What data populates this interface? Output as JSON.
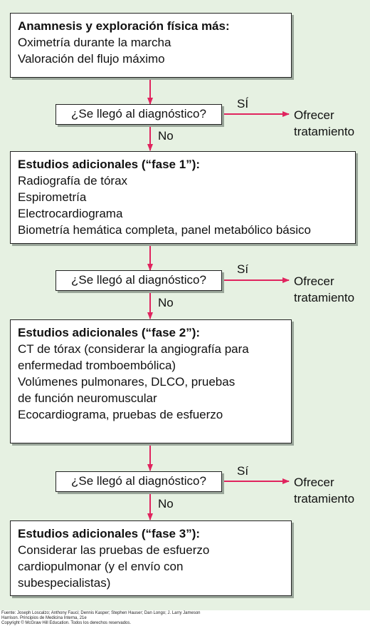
{
  "colors": {
    "background": "#e6f1e2",
    "arrow": "#e0245e",
    "border": "#222222"
  },
  "step1": {
    "header": "Anamnesis y exploración física más:",
    "items": [
      "Oximetría durante la marcha",
      "Valoración del flujo máximo"
    ]
  },
  "decisions": [
    {
      "question": "¿Se llegó al diagnóstico?",
      "yes_label": "SÍ",
      "no_label": "No",
      "outcome_line1": "Ofrecer",
      "outcome_line2": "tratamiento"
    },
    {
      "question": "¿Se llegó al diagnóstico?",
      "yes_label": "Sí",
      "no_label": "No",
      "outcome_line1": "Ofrecer",
      "outcome_line2": "tratamiento"
    },
    {
      "question": "¿Se llegó al diagnóstico?",
      "yes_label": "Sí",
      "no_label": "No",
      "outcome_line1": "Ofrecer",
      "outcome_line2": "tratamiento"
    }
  ],
  "phase1": {
    "header": "Estudios adicionales (“fase 1”):",
    "items": [
      "Radiografía de tórax",
      "Espirometría",
      "Electrocardiograma",
      "Biometría hemática completa, panel metabólico básico"
    ]
  },
  "phase2": {
    "header": "Estudios adicionales (“fase 2”):",
    "items": [
      "CT de tórax (considerar la angiografía para",
      "enfermedad tromboembólica)",
      "Volúmenes pulmonares, DLCO, pruebas",
      "de función neuromuscular",
      "Ecocardiograma, pruebas de esfuerzo"
    ]
  },
  "phase3": {
    "header": "Estudios adicionales (“fase 3”):",
    "items": [
      "Considerar las pruebas de esfuerzo",
      "cardiopulmonar (y el envío con",
      "subespecialistas)"
    ]
  },
  "footer": {
    "line1": "Fuente: Joseph Loscalzo; Anthony Fauci; Dennis Kasper; Stephen Hauser; Dan Longo; J. Larry Jameson",
    "line2": "Harrison. Principios de Medicina Interna, 21e",
    "line3": "Copyright © McGraw Hill Education. Todos los derechos reservados."
  }
}
